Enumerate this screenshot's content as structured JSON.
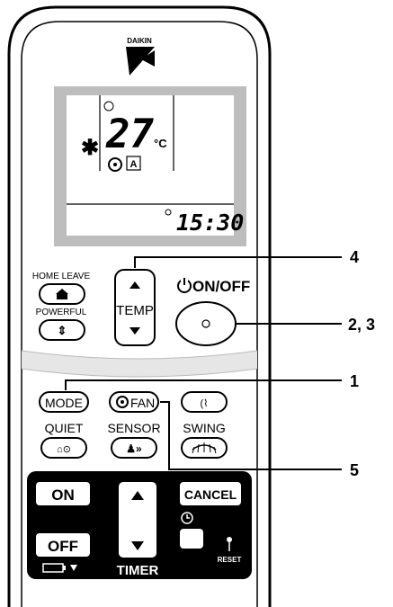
{
  "brand": "DAIKIN",
  "display": {
    "temperature": "27",
    "temp_unit": "°C",
    "fan_mode": "A",
    "clock": "15:30"
  },
  "buttons": {
    "home_leave": "HOME LEAVE",
    "powerful": "POWERFUL",
    "temp": "TEMP",
    "on_off": "ON/OFF",
    "mode": "MODE",
    "fan": "FAN",
    "quiet": "QUIET",
    "sensor": "SENSOR",
    "swing": "SWING",
    "timer_on": "ON",
    "timer_off": "OFF",
    "cancel": "CANCEL",
    "timer": "TIMER",
    "reset": "RESET"
  },
  "callouts": [
    "4",
    "2, 3",
    "1",
    "5"
  ]
}
